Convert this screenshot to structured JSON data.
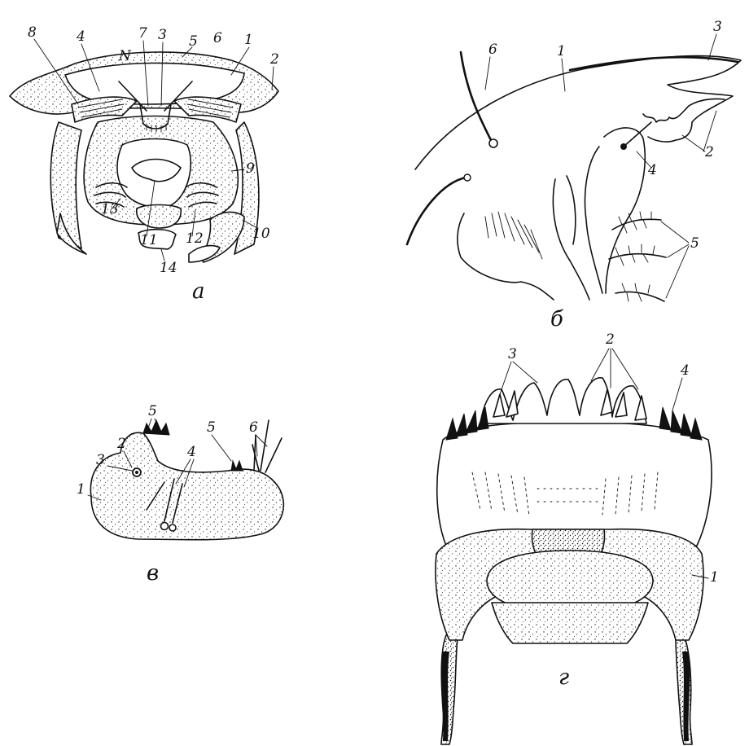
{
  "figure": {
    "panel_a": {
      "sublabel": "a",
      "numbers": [
        "8",
        "4",
        "7",
        "3",
        "5",
        "6",
        "1",
        "2",
        "9",
        "13",
        "11",
        "12",
        "10",
        "14",
        "N"
      ]
    },
    "panel_b": {
      "sublabel": "б",
      "numbers": [
        "6",
        "1",
        "3",
        "2",
        "4",
        "5"
      ]
    },
    "panel_v": {
      "sublabel": "в",
      "numbers": [
        "5",
        "5",
        "6",
        "2",
        "3",
        "1",
        "4"
      ]
    },
    "panel_g": {
      "sublabel": "г",
      "numbers": [
        "3",
        "2",
        "4",
        "1"
      ]
    }
  }
}
